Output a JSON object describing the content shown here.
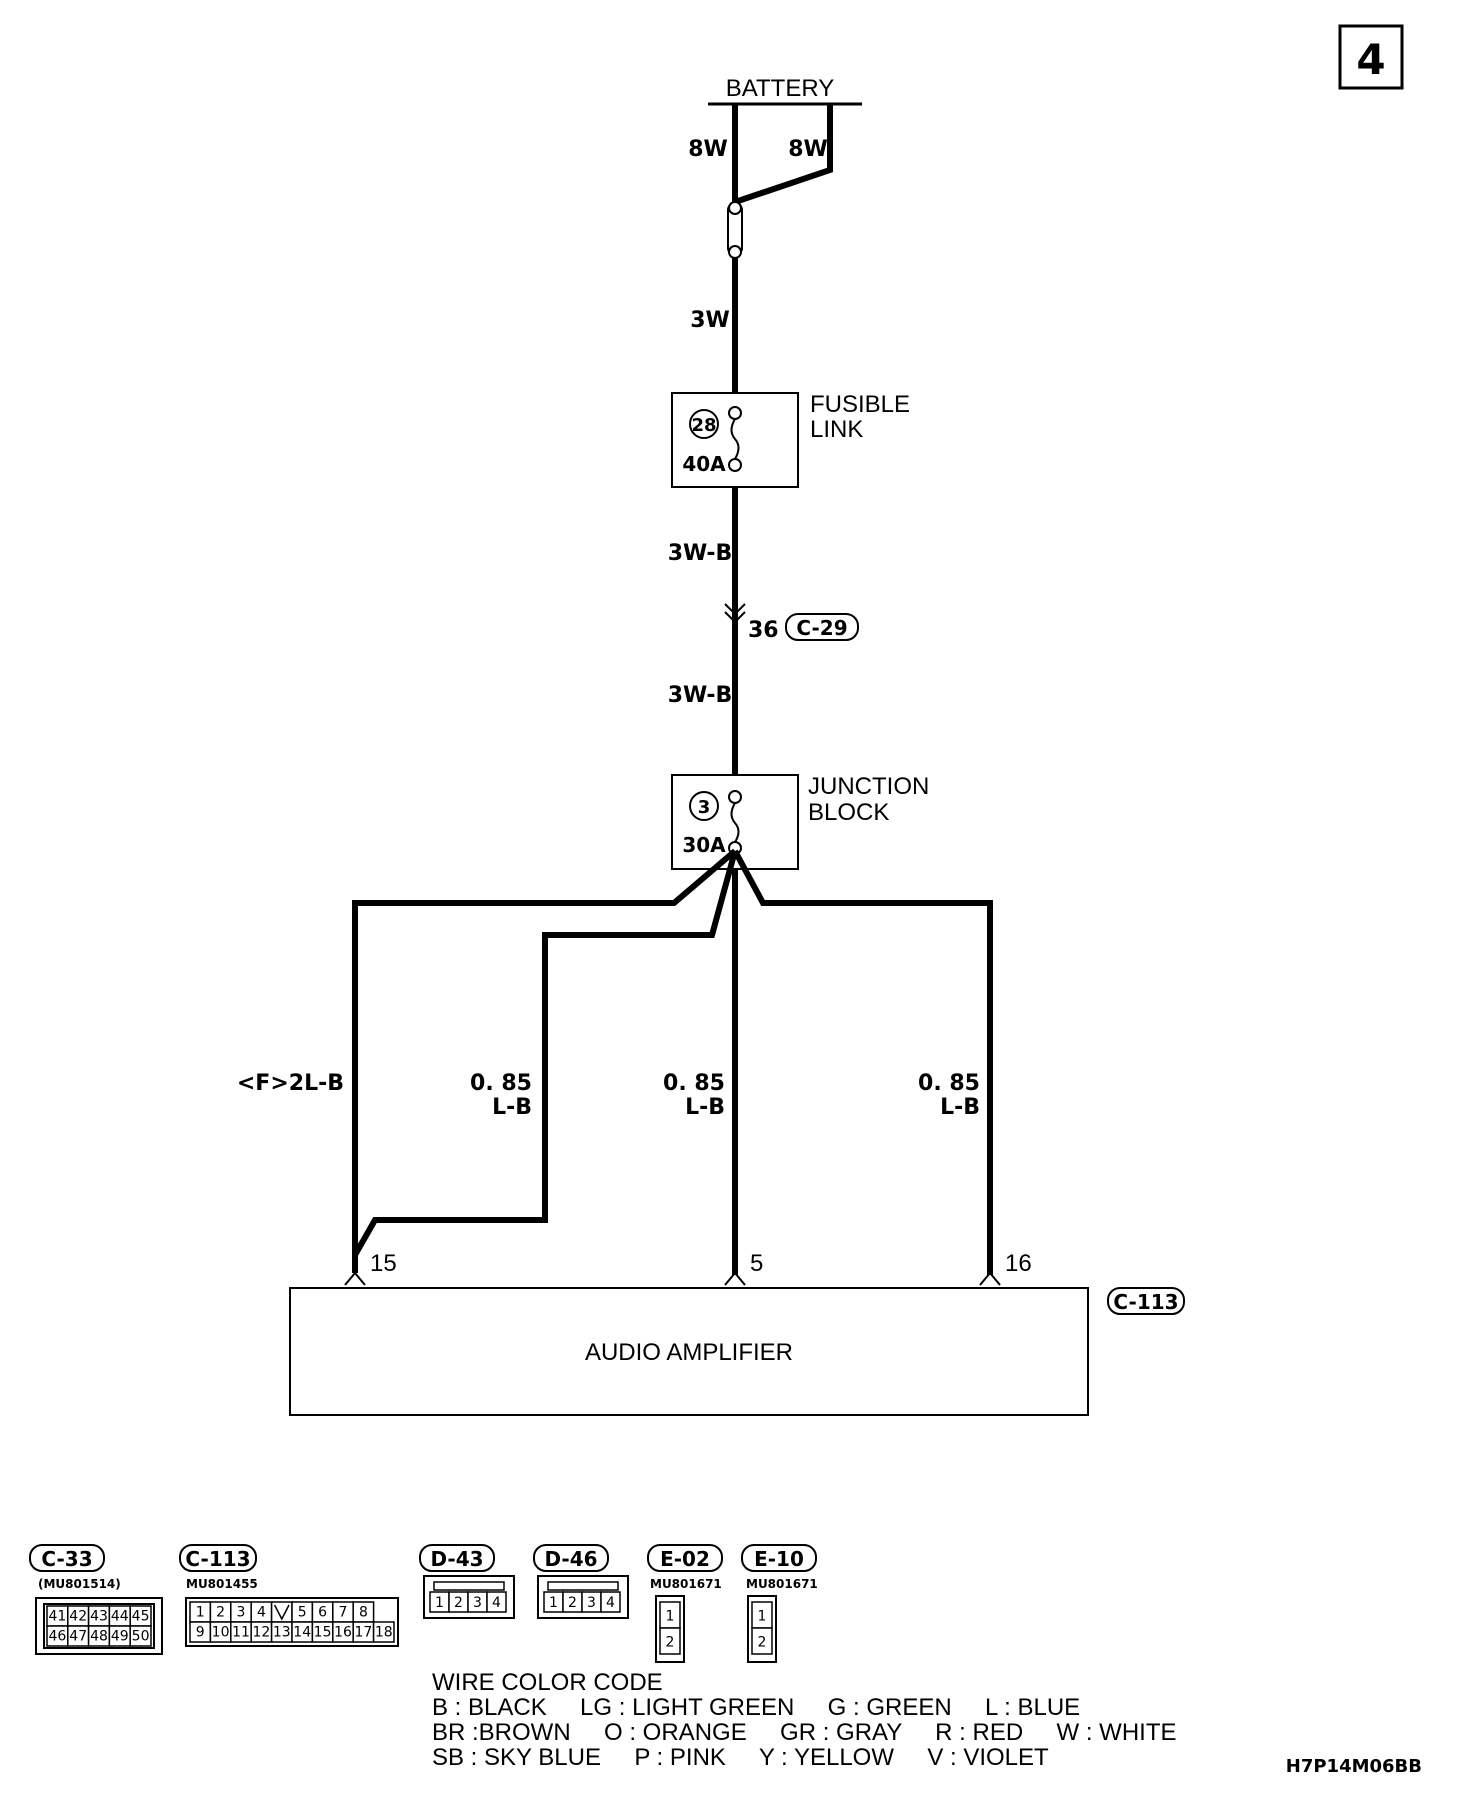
{
  "page_number": "4",
  "battery": {
    "label": "BATTERY",
    "wire_left": "8W",
    "wire_right": "8W"
  },
  "wire_3w": "3W",
  "fusible_link": {
    "title_line1": "FUSIBLE",
    "title_line2": "LINK",
    "number": "28",
    "rating": "40A"
  },
  "wire_3wb_upper": "3W-B",
  "connector_c29": {
    "pin": "36",
    "id": "C-29"
  },
  "wire_3wb_lower": "3W-B",
  "junction_block": {
    "title_line1": "JUNCTION",
    "title_line2": "BLOCK",
    "number": "3",
    "rating": "30A"
  },
  "branch_wires": [
    {
      "line1": "",
      "line2": "<F>2L-B"
    },
    {
      "line1": "0. 85",
      "line2": "L-B"
    },
    {
      "line1": "0. 85",
      "line2": "L-B"
    },
    {
      "line1": "0. 85",
      "line2": "L-B"
    }
  ],
  "amp_pins": [
    "15",
    "5",
    "16"
  ],
  "amplifier": {
    "label": "AUDIO AMPLIFIER",
    "connector": "C-113"
  },
  "connectors": [
    {
      "id": "C-33",
      "part": "(MU801514)",
      "rows": [
        [
          "41",
          "42",
          "43",
          "44",
          "45"
        ],
        [
          "46",
          "47",
          "48",
          "49",
          "50"
        ]
      ]
    },
    {
      "id": "C-113",
      "part": "MU801455",
      "rows": [
        [
          "1",
          "2",
          "3",
          "4",
          "",
          "5",
          "6",
          "7",
          "8"
        ],
        [
          "9",
          "10",
          "11",
          "12",
          "13",
          "14",
          "15",
          "16",
          "17",
          "18"
        ]
      ]
    },
    {
      "id": "D-43",
      "part": "",
      "rows": [
        [
          "1",
          "2",
          "3",
          "4"
        ]
      ]
    },
    {
      "id": "D-46",
      "part": "",
      "rows": [
        [
          "1",
          "2",
          "3",
          "4"
        ]
      ]
    },
    {
      "id": "E-02",
      "part": "MU801671",
      "rows": [
        [
          "1"
        ],
        [
          "2"
        ]
      ]
    },
    {
      "id": "E-10",
      "part": "MU801671",
      "rows": [
        [
          "1"
        ],
        [
          "2"
        ]
      ]
    }
  ],
  "wire_color_code": {
    "title": "WIRE COLOR CODE",
    "line1": "B : BLACK     LG : LIGHT GREEN     G : GREEN     L : BLUE",
    "line2": "BR :BROWN     O : ORANGE     GR : GRAY     R : RED     W : WHITE",
    "line3": "SB : SKY BLUE     P : PINK     Y : YELLOW     V : VIOLET"
  },
  "diagram_code": "H7P14M06BB"
}
